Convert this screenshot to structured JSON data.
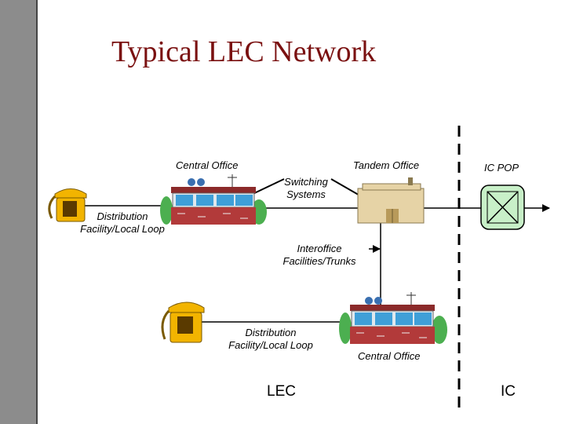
{
  "title": "Typical LEC Network",
  "labels": {
    "central_office_top": "Central Office",
    "tandem_office": "Tandem Office",
    "ic_pop": "IC POP",
    "switching_line1": "Switching",
    "switching_line2": "Systems",
    "dist_top_line1": "Distribution",
    "dist_top_line2": "Facility/Local Loop",
    "interoffice_line1": "Interoffice",
    "interoffice_line2": "Facilities/Trunks",
    "dist_bottom_line1": "Distribution",
    "dist_bottom_line2": "Facility/Local Loop",
    "central_office_bottom": "Central Office",
    "lec": "LEC",
    "ic": "IC"
  },
  "colors": {
    "title": "#7a1010",
    "brick": "#b23a3a",
    "roof": "#8b2a2a",
    "window": "#3f9fd8",
    "tandem": "#e6d3a6",
    "phone": "#f2b400",
    "tree": "#4caf50",
    "pop_fill": "#c8f0c8",
    "side_bar": "#8c8c8c"
  }
}
